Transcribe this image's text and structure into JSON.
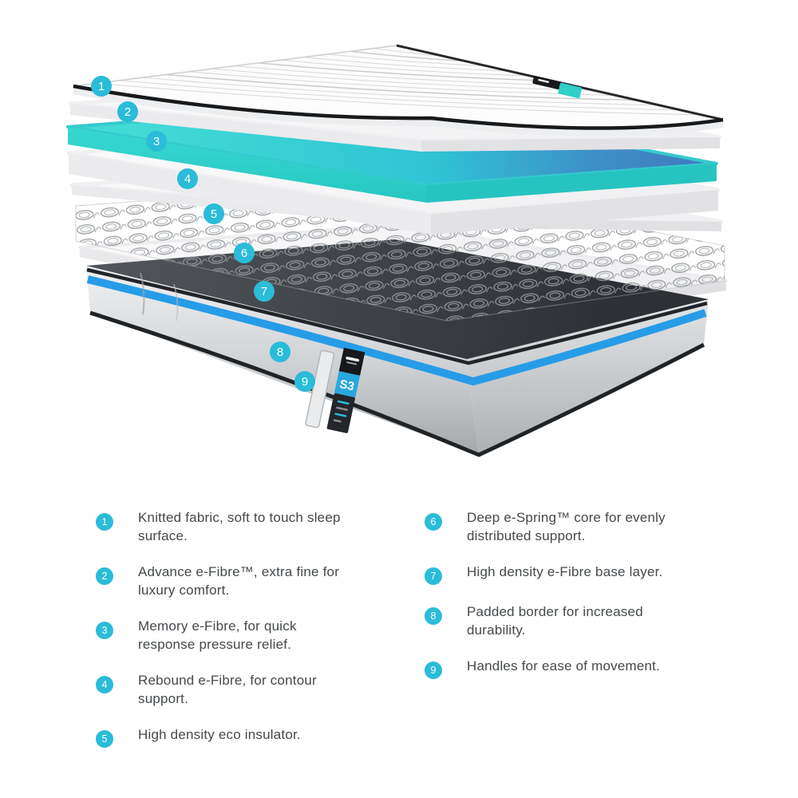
{
  "page": {
    "background": "#ffffff"
  },
  "colors": {
    "accent_cyan": "#2ABCD8",
    "teal_layer": "#3BD8D2",
    "blue_layer_back": "#3E7BC0",
    "base_stripe_blue": "#279CE6",
    "base_top_dark": "#34383C",
    "base_side_gray": "#D4D7D9",
    "piping_black": "#1A1C1E",
    "spring_gray": "#979B9E",
    "layer_white": "#F5F5F6",
    "text_gray": "#45494C"
  },
  "diagram": {
    "badge_numbers": [
      "1",
      "2",
      "3",
      "4",
      "5",
      "6",
      "7",
      "8",
      "9"
    ],
    "label": {
      "model": "S3"
    }
  },
  "legend": {
    "columns": [
      {
        "items": [
          {
            "number": "1",
            "lines": [
              "Knitted fabric, soft to touch sleep",
              "surface."
            ]
          },
          {
            "number": "2",
            "lines": [
              "Advance e-Fibre™, extra fine for",
              "luxury comfort."
            ]
          },
          {
            "number": "3",
            "lines": [
              "Memory e-Fibre, for quick",
              "response pressure relief."
            ]
          },
          {
            "number": "4",
            "lines": [
              "Rebound e-Fibre, for contour",
              "support."
            ]
          },
          {
            "number": "5",
            "lines": [
              "High density eco insulator."
            ]
          }
        ]
      },
      {
        "items": [
          {
            "number": "6",
            "lines": [
              "Deep e-Spring™ core for evenly",
              "distributed support."
            ]
          },
          {
            "number": "7",
            "lines": [
              "High density e-Fibre base layer."
            ]
          },
          {
            "number": "8",
            "lines": [
              "Padded border for increased",
              "durability."
            ]
          },
          {
            "number": "9",
            "lines": [
              "Handles for ease of movement."
            ]
          }
        ]
      }
    ]
  }
}
